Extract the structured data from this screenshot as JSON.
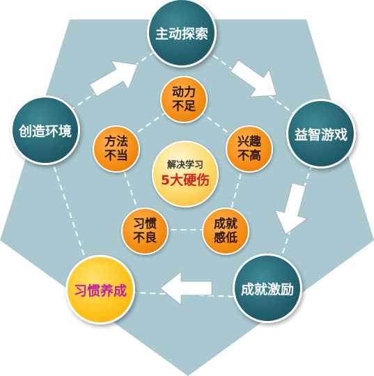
{
  "outer_nodes": [
    {
      "label": "主动探索"
    },
    {
      "label": "益智游戏"
    },
    {
      "label": "成就激励"
    },
    {
      "label": "习惯养成"
    },
    {
      "label": "创造环境"
    }
  ],
  "inner_nodes": [
    {
      "line1": "动力",
      "line2": "不足"
    },
    {
      "line1": "兴趣",
      "line2": "不高"
    },
    {
      "line1": "成就",
      "line2": "感低"
    },
    {
      "line1": "习惯",
      "line2": "不良"
    },
    {
      "line1": "方法",
      "line2": "不当"
    }
  ],
  "center": {
    "line1": "解决学习",
    "line2": "5大硬伤"
  },
  "colors": {
    "pentagon": "#a9c8cf",
    "outer_node": "#22616d",
    "highlight_node": "#fdc31b",
    "highlight_text": "#c01da8",
    "inner_node": "#f38b12",
    "center_text": "#d2241c"
  }
}
